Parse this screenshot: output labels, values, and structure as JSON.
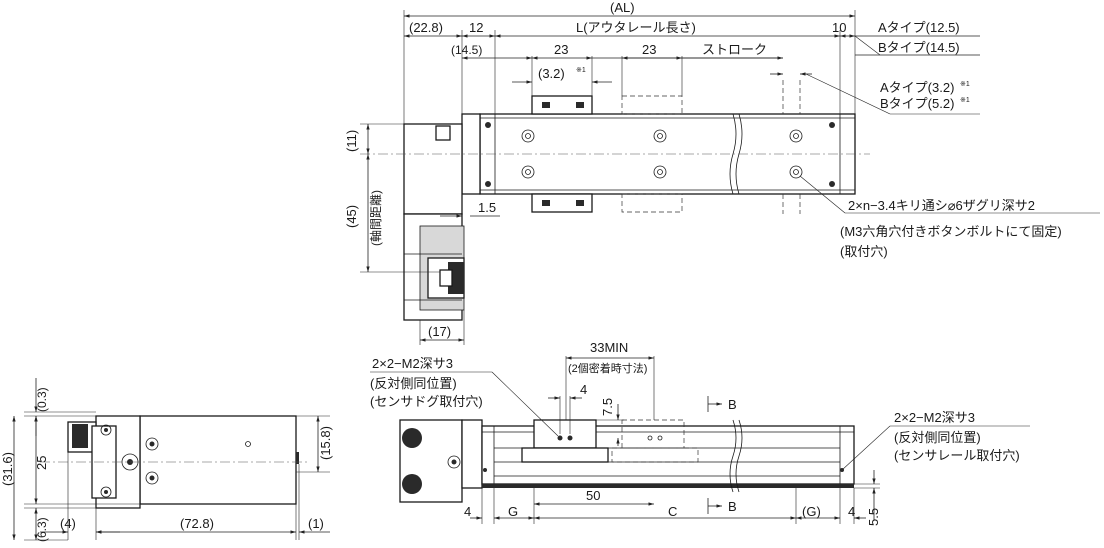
{
  "top_view": {
    "al": "(AL)",
    "d22_8": "(22.8)",
    "d12": "12",
    "l_label": "L(アウタレール長さ)",
    "d10": "10",
    "a_type_end": "Aタイプ(12.5)",
    "b_type_end": "Bタイプ(14.5)",
    "d14_5": "(14.5)",
    "d23a": "23",
    "d23b": "23",
    "stroke": "ストローク",
    "d3_2": "(3.2)",
    "note_mark": "※1",
    "a_type_side": "Aタイプ(3.2)",
    "b_type_side": "Bタイプ(5.2)",
    "d11": "(11)",
    "d45": "(45)",
    "axis_dist": "(軸間距離)",
    "d1_5": "1.5",
    "d17": "(17)",
    "hole_note_1": "2×n−3.4キリ通シ⌀6ザグリ深サ2",
    "hole_note_2": "(M3六角穴付きボタンボルトにて固定)",
    "hole_note_3": "(取付穴)"
  },
  "side_view": {
    "d0_3": "(0.3)",
    "d31_6": "(31.6)",
    "d25": "25",
    "d15_8": "(15.8)",
    "d6_3": "(6.3)",
    "d4": "(4)",
    "d72_8": "(72.8)",
    "d1": "(1)"
  },
  "front_view": {
    "d33min": "33MIN",
    "d33min_note": "(2個密着時寸法)",
    "tap_left_1": "2×2−M2深サ3",
    "tap_left_2": "(反対側同位置)",
    "tap_left_3": "(センサドグ取付穴)",
    "d4_top": "4",
    "d7_5": "7.5",
    "section_b": "B",
    "tap_right_1": "2×2−M2深サ3",
    "tap_right_2": "(反対側同位置)",
    "tap_right_3": "(センサレール取付穴)",
    "d4_left": "4",
    "g_left": "G",
    "d50": "50",
    "c": "C",
    "g_right": "(G)",
    "d4_right": "4",
    "d5_5": "5.5"
  }
}
